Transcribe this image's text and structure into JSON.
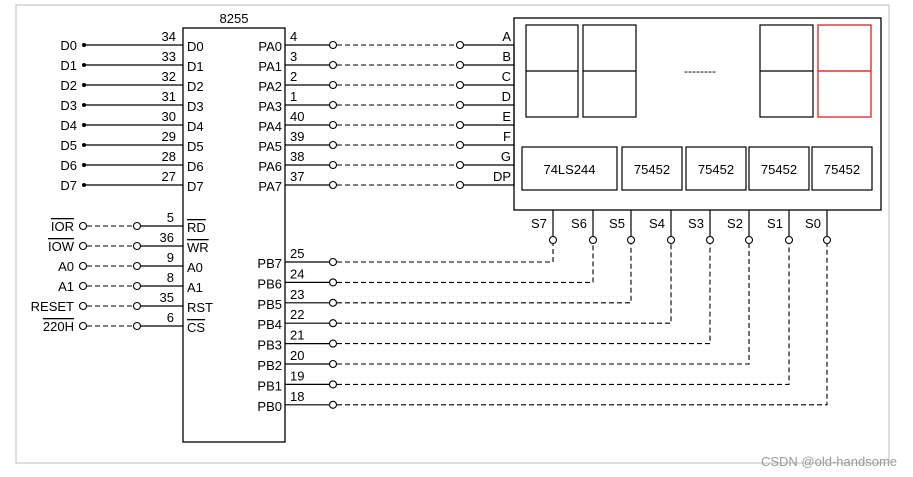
{
  "chip": {
    "title": "8255",
    "data_pins": [
      {
        "signal": "D0",
        "num": "34",
        "pin": "D0"
      },
      {
        "signal": "D1",
        "num": "33",
        "pin": "D1"
      },
      {
        "signal": "D2",
        "num": "32",
        "pin": "D2"
      },
      {
        "signal": "D3",
        "num": "31",
        "pin": "D3"
      },
      {
        "signal": "D4",
        "num": "30",
        "pin": "D4"
      },
      {
        "signal": "D5",
        "num": "29",
        "pin": "D5"
      },
      {
        "signal": "D6",
        "num": "28",
        "pin": "D6"
      },
      {
        "signal": "D7",
        "num": "27",
        "pin": "D7"
      }
    ],
    "control_pins": [
      {
        "signal": "IOR",
        "num": "5",
        "pin": "RD",
        "overline": true
      },
      {
        "signal": "IOW",
        "num": "36",
        "pin": "WR",
        "overline": true
      },
      {
        "signal": "A0",
        "num": "9",
        "pin": "A0",
        "overline": false
      },
      {
        "signal": "A1",
        "num": "8",
        "pin": "A1",
        "overline": false
      },
      {
        "signal": "RESET",
        "num": "35",
        "pin": "RST",
        "overline": false
      },
      {
        "signal": "220H",
        "num": "6",
        "pin": "CS",
        "overline": true
      }
    ],
    "port_a": [
      {
        "pin": "PA0",
        "num": "4",
        "seg": "A"
      },
      {
        "pin": "PA1",
        "num": "3",
        "seg": "B"
      },
      {
        "pin": "PA2",
        "num": "2",
        "seg": "C"
      },
      {
        "pin": "PA3",
        "num": "1",
        "seg": "D"
      },
      {
        "pin": "PA4",
        "num": "40",
        "seg": "E"
      },
      {
        "pin": "PA5",
        "num": "39",
        "seg": "F"
      },
      {
        "pin": "PA6",
        "num": "38",
        "seg": "G"
      },
      {
        "pin": "PA7",
        "num": "37",
        "seg": "DP"
      }
    ],
    "port_b": [
      {
        "pin": "PB7",
        "num": "25"
      },
      {
        "pin": "PB6",
        "num": "24"
      },
      {
        "pin": "PB5",
        "num": "23"
      },
      {
        "pin": "PB4",
        "num": "22"
      },
      {
        "pin": "PB3",
        "num": "21"
      },
      {
        "pin": "PB2",
        "num": "20"
      },
      {
        "pin": "PB1",
        "num": "19"
      },
      {
        "pin": "PB0",
        "num": "18"
      }
    ]
  },
  "display": {
    "ellipsis": "--------",
    "highlight_color": "#e03030",
    "drivers": [
      "74LS244",
      "75452",
      "75452",
      "75452",
      "75452"
    ],
    "selects": [
      "S7",
      "S6",
      "S5",
      "S4",
      "S3",
      "S2",
      "S1",
      "S0"
    ]
  },
  "watermark": "CSDN @old-handsome"
}
